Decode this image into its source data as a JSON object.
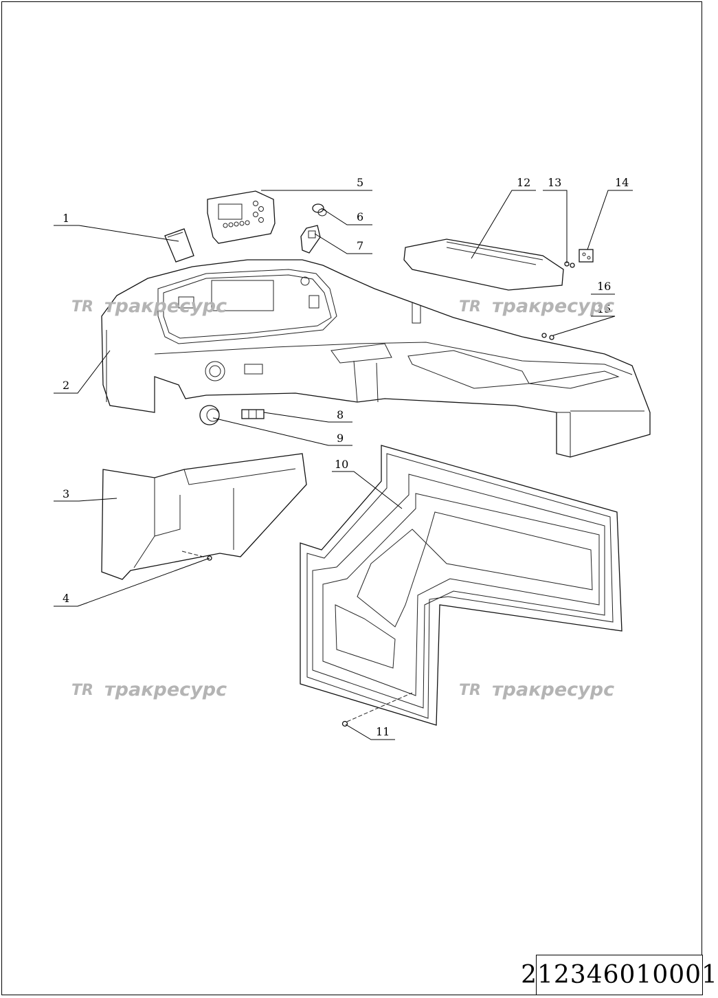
{
  "callouts": [
    "1",
    "2",
    "3",
    "4",
    "5",
    "6",
    "7",
    "8",
    "9",
    "10",
    "11",
    "12",
    "13",
    "14",
    "15",
    "16"
  ],
  "watermark": {
    "logo": "TR",
    "text": "тракресурс",
    "color": "#b4b4b4"
  },
  "drawing_code": "212346010001"
}
